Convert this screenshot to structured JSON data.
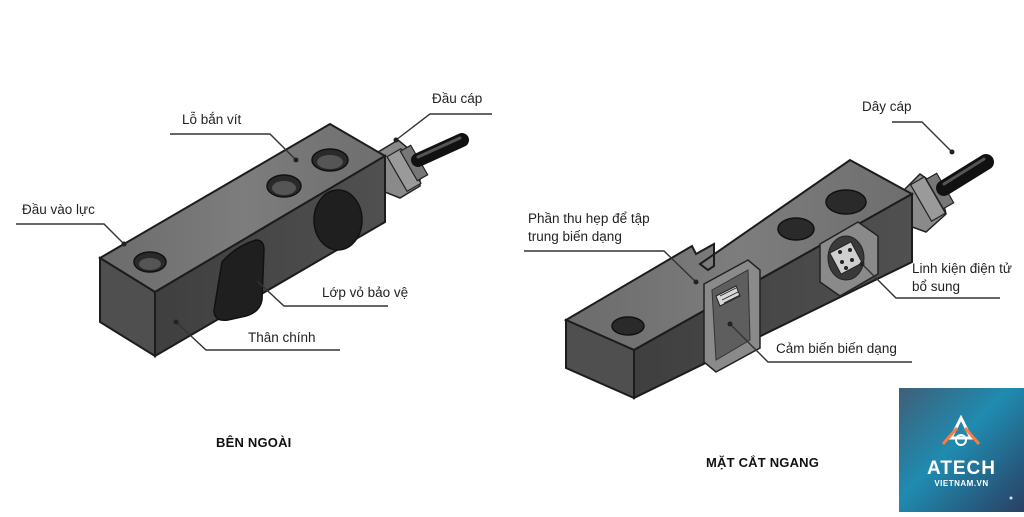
{
  "labels": {
    "dau_cap": "Đầu cáp",
    "lo_ban_vit": "Lỗ bắn vít",
    "dau_vao_luc": "Đầu vào lực",
    "lop_vo_bao_ve": "Lớp vỏ bảo vệ",
    "than_chinh": "Thân chính",
    "day_cap": "Dây cáp",
    "phan_thu_hep_1": "Phần thu hẹp để tập",
    "phan_thu_hep_2": "trung biến dạng",
    "linh_kien_1": "Linh kiện điện tử",
    "linh_kien_2": "bổ sung",
    "cam_bien": "Cảm biến biến dạng"
  },
  "captions": {
    "left": "BÊN NGOÀI",
    "right": "MẶT CẮT NGANG"
  },
  "logo": {
    "brand": "ATECH",
    "domain": "VIETNAM.VN"
  },
  "colors": {
    "body_front": "#4a4a4a",
    "body_top": "#737373",
    "body_side": "#575757",
    "hole": "#2a2a2a",
    "leader": "#333333",
    "logo_accent": "#ff7a3d"
  }
}
